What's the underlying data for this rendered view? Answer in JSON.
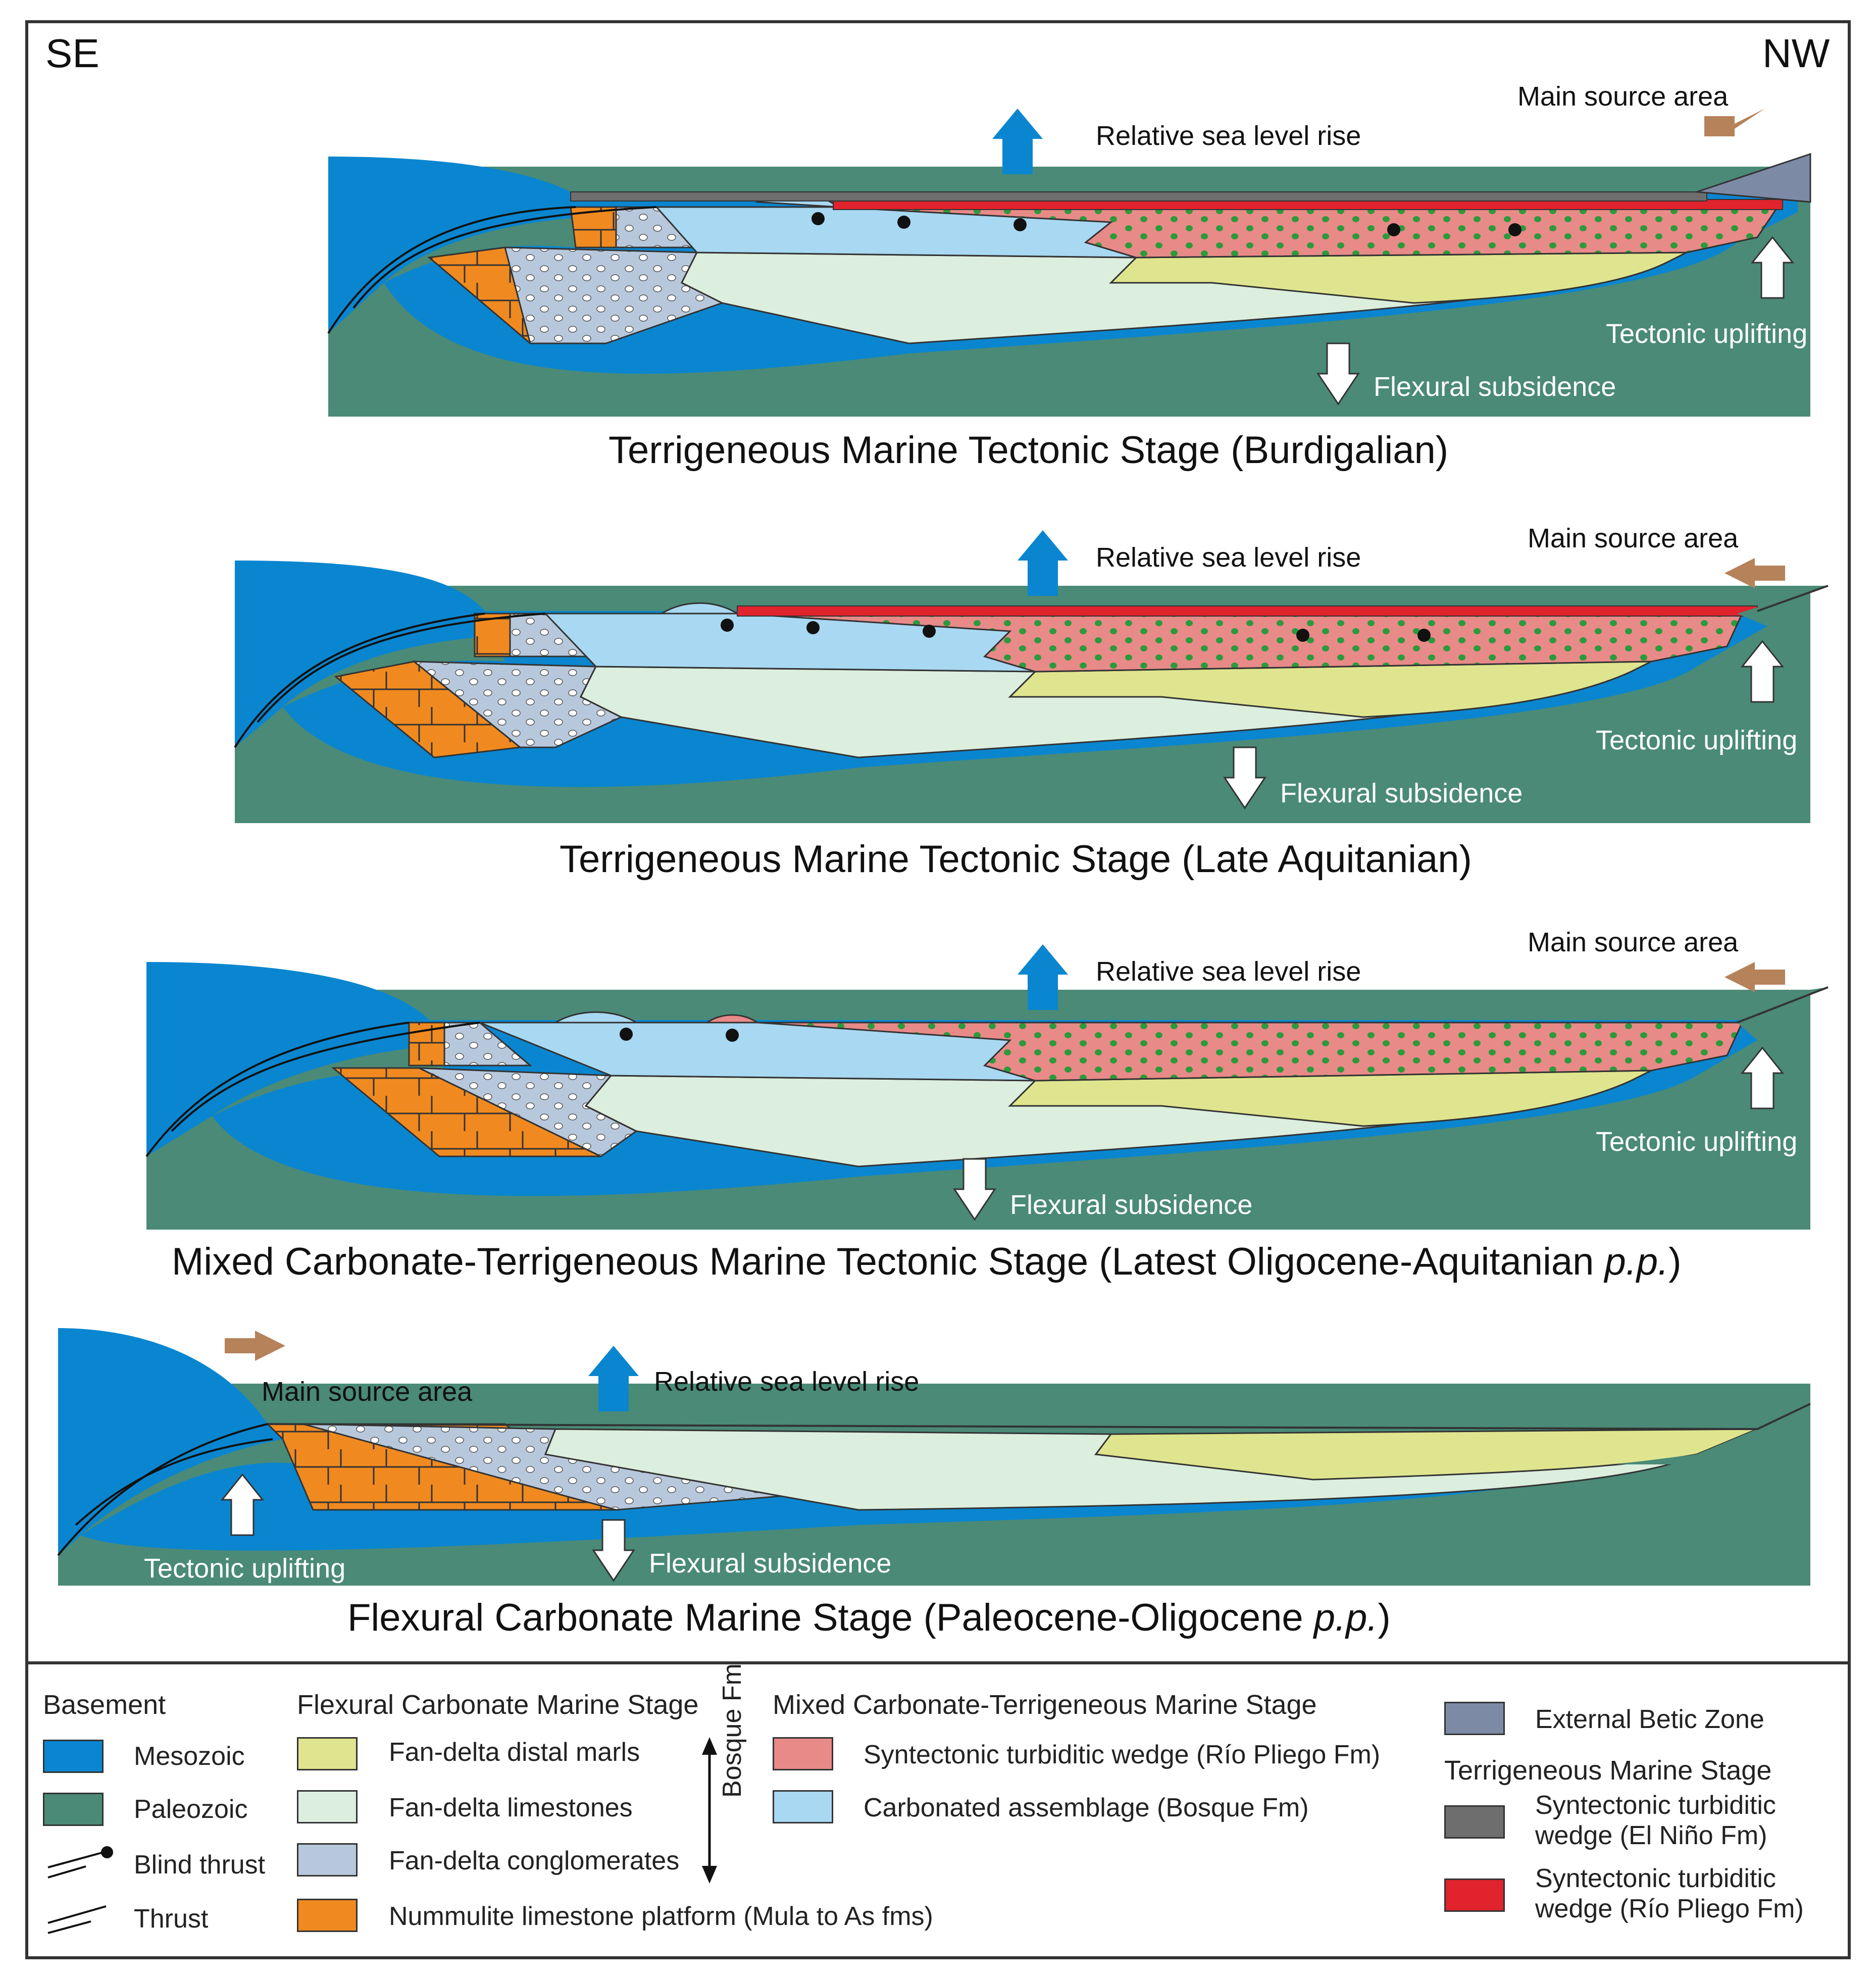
{
  "directions": {
    "left": "SE",
    "right": "NW"
  },
  "colors": {
    "mesozoic": "#0a86d0",
    "paleozoic": "#4a8a77",
    "distal_marls": "#dfe58e",
    "limestones": "#dceedd",
    "conglomerates": "#b8c8dc",
    "nummulite": "#f08a20",
    "syntectonic_mixed": "#e88a88",
    "carbonated": "#a8d8f2",
    "external_betic": "#7d8aa6",
    "el_nino": "#6e6e6e",
    "rio_pliego": "#e0232c",
    "source_arrow": "#b6825a",
    "sea_arrow": "#0a86d0"
  },
  "panels": [
    {
      "title": "Terrigeneous Marine Tectonic Stage (Burdigalian)",
      "sea_level": "Relative sea level rise",
      "source": "Main source area",
      "uplift": "Tectonic uplifting",
      "subsidence": "Flexural subsidence"
    },
    {
      "title": "Terrigeneous Marine Tectonic Stage (Late Aquitanian)",
      "sea_level": "Relative sea level rise",
      "source": "Main source area",
      "uplift": "Tectonic uplifting",
      "subsidence": "Flexural subsidence"
    },
    {
      "title_main": "Mixed Carbonate-Terrigeneous Marine Tectonic Stage (Latest Oligocene-Aquitanian ",
      "title_italic": "p.p.",
      "title_end": ")",
      "sea_level": "Relative sea level rise",
      "source": "Main source area",
      "uplift": "Tectonic uplifting",
      "subsidence": "Flexural subsidence"
    },
    {
      "title_main": "Flexural Carbonate Marine Stage (Paleocene-Oligocene ",
      "title_italic": "p.p.",
      "title_end": ")",
      "sea_level": "Relative sea level rise",
      "source": "Main source area",
      "uplift": "Tectonic uplifting",
      "subsidence": "Flexural subsidence"
    }
  ],
  "legend": {
    "basement": {
      "heading": "Basement",
      "mesozoic": "Mesozoic",
      "paleozoic": "Paleozoic",
      "blind_thrust": "Blind thrust",
      "thrust": "Thrust"
    },
    "flexural": {
      "heading": "Flexural Carbonate Marine Stage",
      "distal_marls": "Fan-delta distal marls",
      "limestones": "Fan-delta limestones",
      "conglomerates": "Fan-delta conglomerates",
      "nummulite": "Nummulite limestone platform (Mula to As fms)",
      "bosque": "Bosque Fm"
    },
    "mixed": {
      "heading": "Mixed Carbonate-Terrigeneous Marine Stage",
      "syntectonic": "Syntectonic turbiditic wedge (Río Pliego Fm)",
      "carbonated": "Carbonated assemblage (Bosque Fm)"
    },
    "terrigenous": {
      "external_betic": "External Betic Zone",
      "heading": "Terrigeneous Marine Stage",
      "el_nino_1": "Syntectonic turbiditic",
      "el_nino_2": "wedge (El Niño Fm)",
      "rio_pliego_1": "Syntectonic turbiditic",
      "rio_pliego_2": "wedge (Río Pliego Fm)"
    }
  }
}
